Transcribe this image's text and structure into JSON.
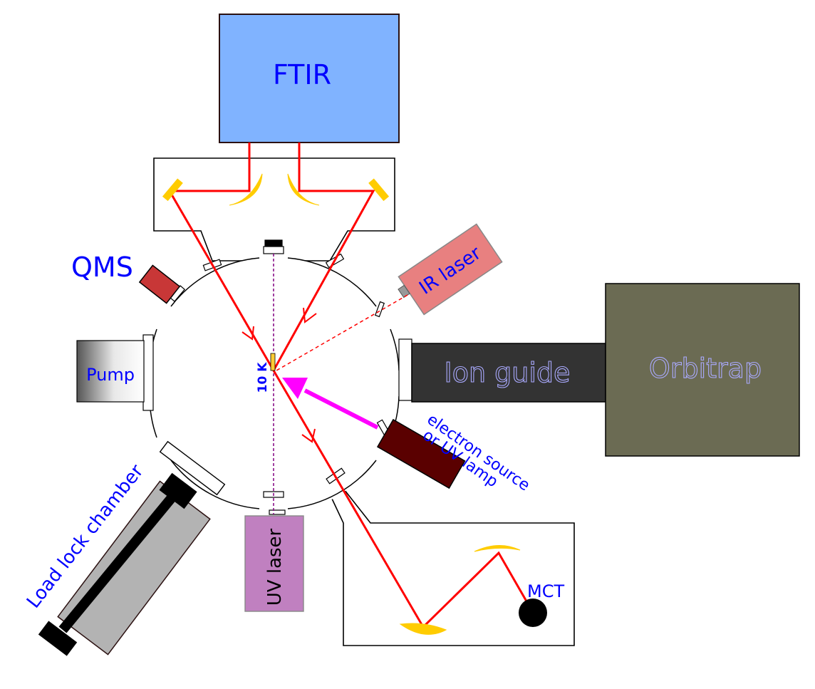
{
  "labels": {
    "ftir": "FTIR",
    "qms": "QMS",
    "ir_laser": "IR laser",
    "pump": "Pump",
    "ion_guide": "Ion guide",
    "orbitrap": "Orbitrap",
    "temperature": "10 K",
    "electron_source_line1": "electron source",
    "electron_source_line2": "or UV lamp",
    "load_lock": "Load lock chamber",
    "uv_laser": "UV laser",
    "mct": "MCT"
  },
  "colors": {
    "ftir": "#80b3ff",
    "qms": "#c83737",
    "ir_laser": "#e88080",
    "ion_guide": "#333333",
    "orbitrap": "#6b6b53",
    "electron_source": "#5a0000",
    "uv_laser": "#c080c0",
    "load_lock": "#b3b3b3",
    "mirror": "#ffcc00",
    "beam": "#ff0000",
    "electron_beam": "#ff00ff",
    "label_blue": "#0000ff"
  }
}
